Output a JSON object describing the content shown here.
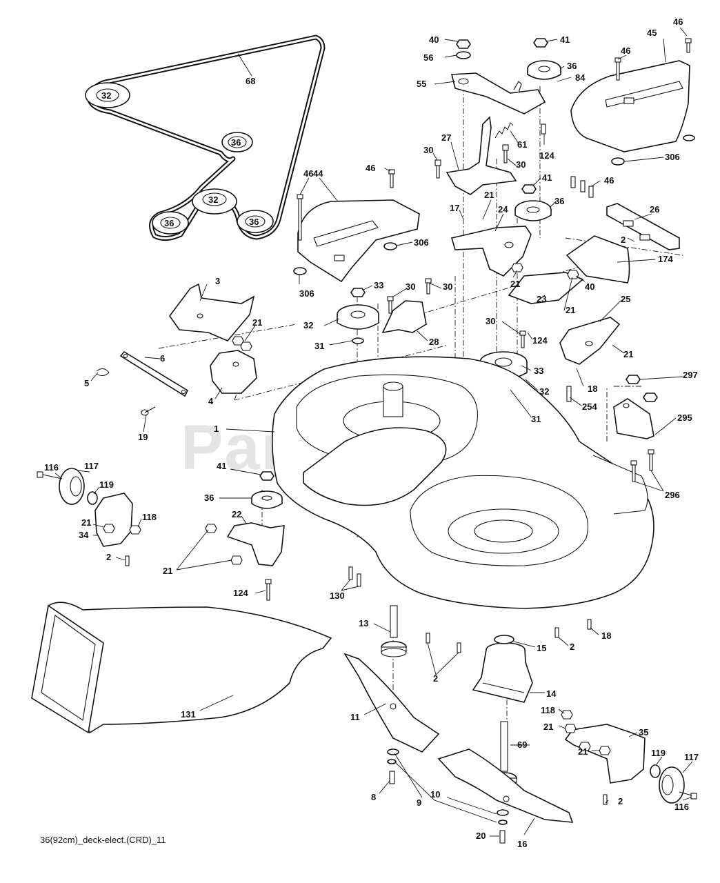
{
  "diagram": {
    "watermark": "PartsTree",
    "caption": "36(92cm)_deck-elect.(CRD)_11",
    "belt_labels": {
      "pulley_top_left": "32",
      "pulley_middle": "36",
      "pulley_center": "32",
      "pulley_bottom_left": "36",
      "pulley_bottom_right": "36"
    },
    "callouts": {
      "c68": "68",
      "c40": "40",
      "c41a": "41",
      "c56": "56",
      "c55": "55",
      "c36a": "36",
      "c84": "84",
      "c46a": "46",
      "c46b": "46",
      "c45": "45",
      "c61": "61",
      "c124a": "124",
      "c306a": "306",
      "c27": "27",
      "c30a": "30",
      "c30b": "30",
      "c41b": "41",
      "c36b": "36",
      "c46c": "46",
      "c46d": "46",
      "c44": "44",
      "c46e": "46",
      "c17": "17",
      "c21a": "21",
      "c24": "24",
      "c26": "26",
      "c2a": "2",
      "c306b": "306",
      "c174": "174",
      "c306c": "306",
      "c21b": "21",
      "c40b": "40",
      "c3": "3",
      "c33a": "33",
      "c30c": "30",
      "c30d": "30",
      "c21c": "21",
      "c23": "23",
      "c21d": "21",
      "c25": "25",
      "c32a": "32",
      "c31a": "31",
      "c28": "28",
      "c30e": "30",
      "c124b": "124",
      "c21e": "21",
      "c6": "6",
      "c5": "5",
      "c33b": "33",
      "c32b": "32",
      "c18a": "18",
      "c297": "297",
      "c4": "4",
      "c254": "254",
      "c31b": "31",
      "c19": "19",
      "c1": "1",
      "c295": "295",
      "c116a": "116",
      "c117a": "117",
      "c41c": "41",
      "c296": "296",
      "c119a": "119",
      "c36c": "36",
      "c22": "22",
      "c118a": "118",
      "c21f": "21",
      "c34": "34",
      "c2b": "2",
      "c21g": "21",
      "c124c": "124",
      "c130": "130",
      "c13": "13",
      "c18b": "18",
      "c2c": "2",
      "c15": "15",
      "c131": "131",
      "c2d": "2",
      "c14": "14",
      "c11": "11",
      "c118b": "118",
      "c21h": "21",
      "c35": "35",
      "c69": "69",
      "c21i": "21",
      "c119b": "119",
      "c117b": "117",
      "c8": "8",
      "c10": "10",
      "c9": "9",
      "c2e": "2",
      "c116b": "116",
      "c20": "20",
      "c16": "16"
    }
  }
}
